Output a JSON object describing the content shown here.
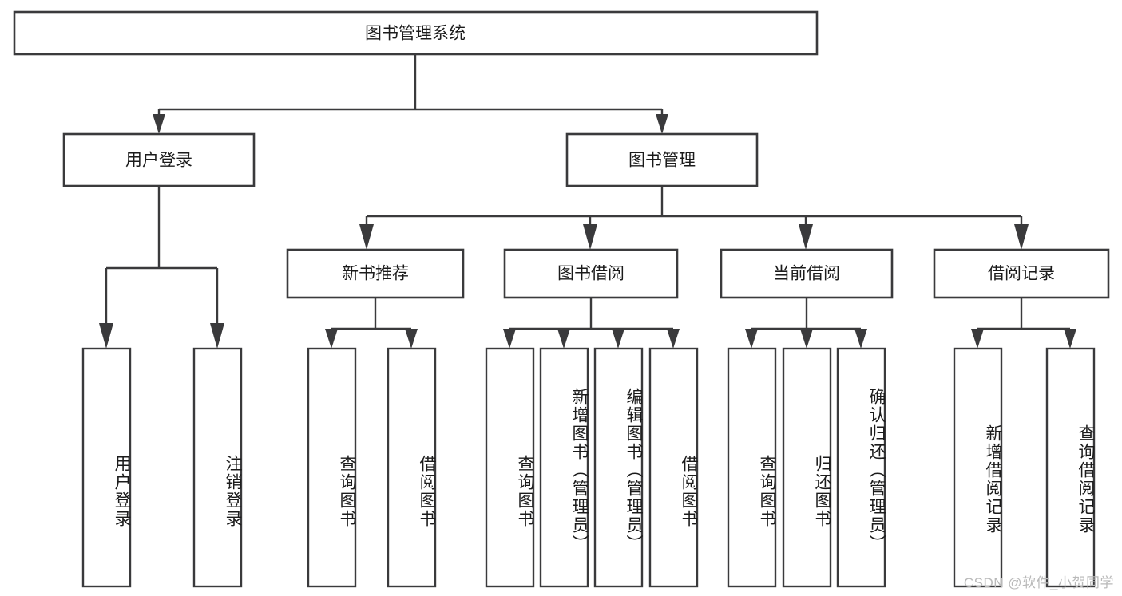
{
  "diagram": {
    "title": "图书管理系统",
    "type": "hierarchy-tree",
    "watermark": "CSDN @软件_小贺同学",
    "colors": {
      "stroke": "#3a3a3c",
      "fill": "#ffffff",
      "text": "#1b1b1b",
      "watermark": "#b9b9b9"
    },
    "root": {
      "label": "图书管理系统"
    },
    "level2": [
      {
        "id": "user-login",
        "label": "用户登录"
      },
      {
        "id": "book-management",
        "label": "图书管理"
      }
    ],
    "level3": [
      {
        "id": "new-book-recommend",
        "label": "新书推荐"
      },
      {
        "id": "book-borrow",
        "label": "图书借阅"
      },
      {
        "id": "current-borrow",
        "label": "当前借阅"
      },
      {
        "id": "borrow-record",
        "label": "借阅记录"
      }
    ],
    "leaves": {
      "user-login": [
        {
          "id": "leaf-user-login",
          "label": "用户登录"
        },
        {
          "id": "leaf-logout-login",
          "label": "注销登录"
        }
      ],
      "new-book-recommend": [
        {
          "id": "leaf-query-book-1",
          "label": "查询图书"
        },
        {
          "id": "leaf-borrow-book-1",
          "label": "借阅图书"
        }
      ],
      "book-borrow": [
        {
          "id": "leaf-query-book-2",
          "label": "查询图书"
        },
        {
          "id": "leaf-add-book",
          "label": "新增图书（管理员）"
        },
        {
          "id": "leaf-edit-book",
          "label": "编辑图书（管理员）"
        },
        {
          "id": "leaf-borrow-book-2",
          "label": "借阅图书"
        }
      ],
      "current-borrow": [
        {
          "id": "leaf-query-book-3",
          "label": "查询图书"
        },
        {
          "id": "leaf-return-book",
          "label": "归还图书"
        },
        {
          "id": "leaf-confirm-return",
          "label": "确认归还（管理员）"
        }
      ],
      "borrow-record": [
        {
          "id": "leaf-add-record",
          "label": "新增借阅记录"
        },
        {
          "id": "leaf-query-record",
          "label": "查询借阅记录"
        }
      ]
    }
  }
}
